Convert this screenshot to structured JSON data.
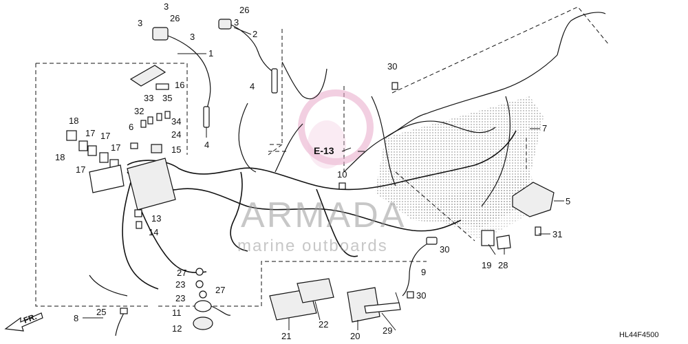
{
  "diagram": {
    "reference_code": "E-13",
    "drawing_id": "HL44F4500",
    "direction_label": "FR.",
    "watermark": {
      "brand": "ARMADA",
      "tagline": "marine outboards",
      "color": "#d8a0c0"
    },
    "callouts": [
      {
        "id": "c1",
        "label": "1"
      },
      {
        "id": "c2",
        "label": "2"
      },
      {
        "id": "c3a",
        "label": "3"
      },
      {
        "id": "c3b",
        "label": "3"
      },
      {
        "id": "c3c",
        "label": "3"
      },
      {
        "id": "c3d",
        "label": "3"
      },
      {
        "id": "c4a",
        "label": "4"
      },
      {
        "id": "c4b",
        "label": "4"
      },
      {
        "id": "c5",
        "label": "5"
      },
      {
        "id": "c6",
        "label": "6"
      },
      {
        "id": "c7",
        "label": "7"
      },
      {
        "id": "c8",
        "label": "8"
      },
      {
        "id": "c9",
        "label": "9"
      },
      {
        "id": "c10",
        "label": "10"
      },
      {
        "id": "c11",
        "label": "11"
      },
      {
        "id": "c12",
        "label": "12"
      },
      {
        "id": "c13",
        "label": "13"
      },
      {
        "id": "c14",
        "label": "14"
      },
      {
        "id": "c15",
        "label": "15"
      },
      {
        "id": "c16",
        "label": "16"
      },
      {
        "id": "c17a",
        "label": "17"
      },
      {
        "id": "c17b",
        "label": "17"
      },
      {
        "id": "c17c",
        "label": "17"
      },
      {
        "id": "c17d",
        "label": "17"
      },
      {
        "id": "c18a",
        "label": "18"
      },
      {
        "id": "c18b",
        "label": "18"
      },
      {
        "id": "c19",
        "label": "19"
      },
      {
        "id": "c20",
        "label": "20"
      },
      {
        "id": "c21",
        "label": "21"
      },
      {
        "id": "c22",
        "label": "22"
      },
      {
        "id": "c23a",
        "label": "23"
      },
      {
        "id": "c23b",
        "label": "23"
      },
      {
        "id": "c24",
        "label": "24"
      },
      {
        "id": "c25",
        "label": "25"
      },
      {
        "id": "c26a",
        "label": "26"
      },
      {
        "id": "c26b",
        "label": "26"
      },
      {
        "id": "c27a",
        "label": "27"
      },
      {
        "id": "c27b",
        "label": "27"
      },
      {
        "id": "c28",
        "label": "28"
      },
      {
        "id": "c29",
        "label": "29"
      },
      {
        "id": "c30a",
        "label": "30"
      },
      {
        "id": "c30b",
        "label": "30"
      },
      {
        "id": "c30c",
        "label": "30"
      },
      {
        "id": "c31",
        "label": "31"
      },
      {
        "id": "c32",
        "label": "32"
      },
      {
        "id": "c33",
        "label": "33"
      },
      {
        "id": "c34",
        "label": "34"
      },
      {
        "id": "c35",
        "label": "35"
      }
    ]
  }
}
